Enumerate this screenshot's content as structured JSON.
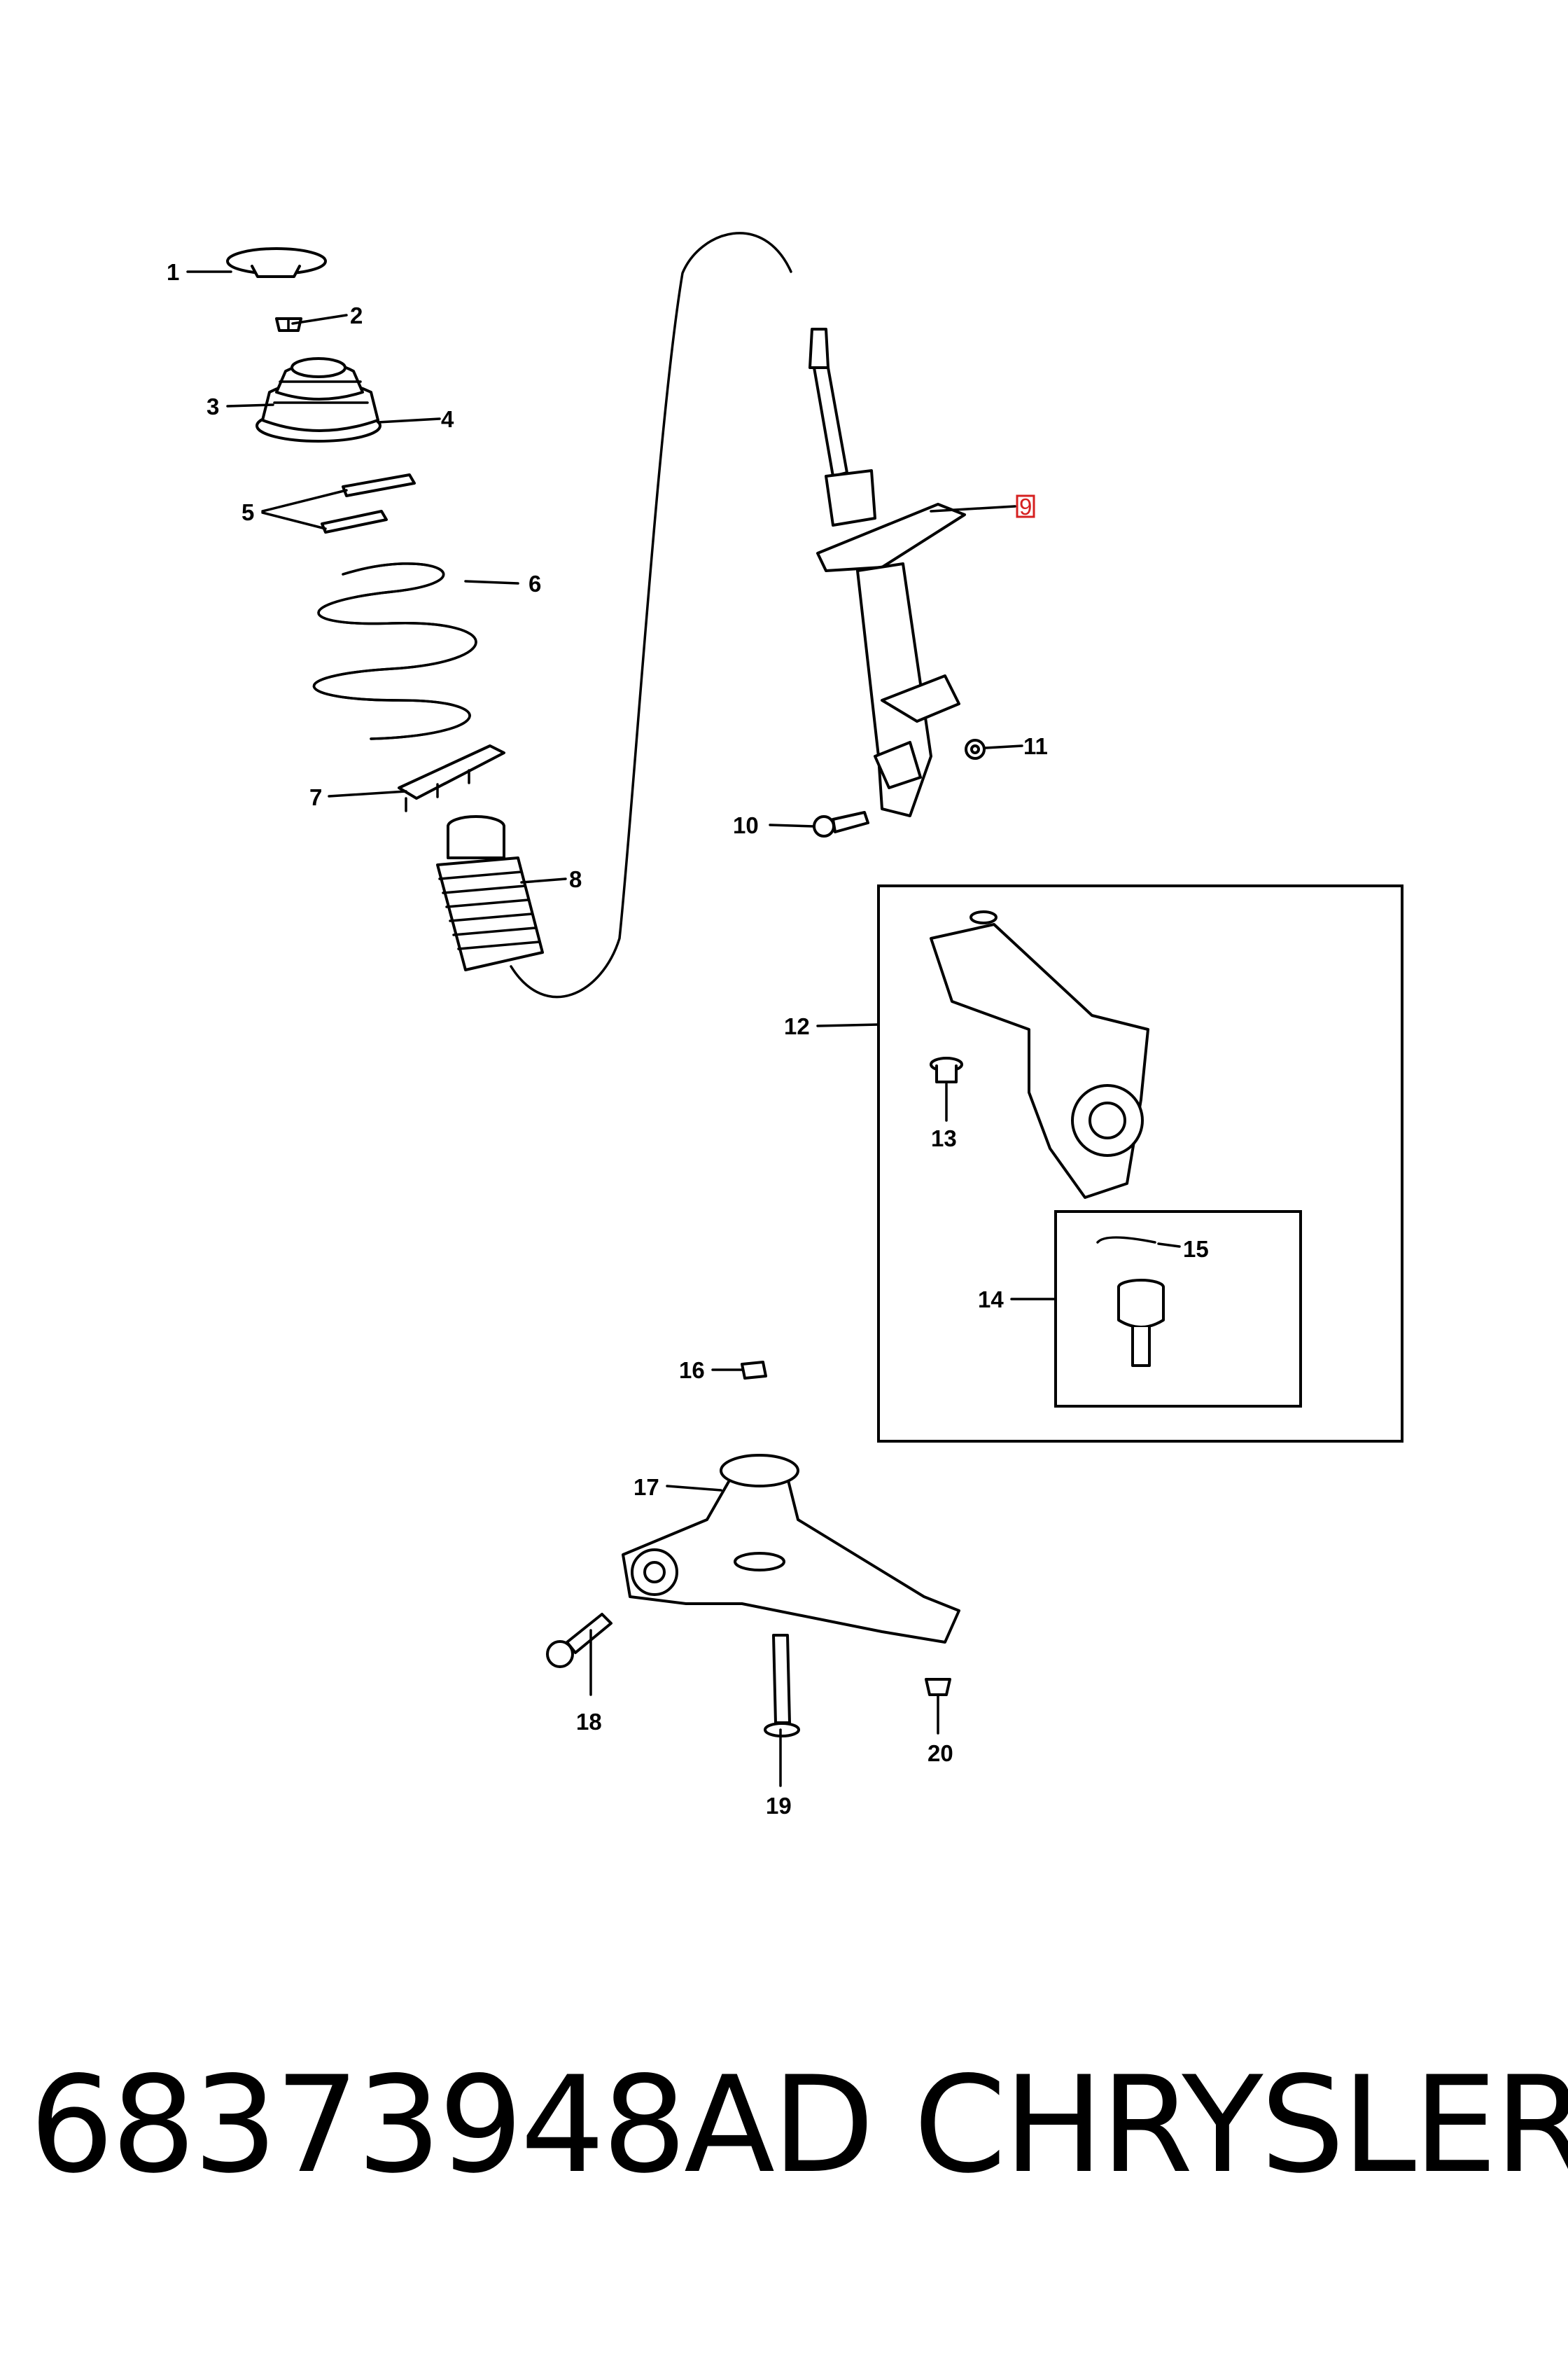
{
  "callouts": [
    {
      "id": 1,
      "text": "1"
    },
    {
      "id": 2,
      "text": "2"
    },
    {
      "id": 3,
      "text": "3"
    },
    {
      "id": 4,
      "text": "4"
    },
    {
      "id": 5,
      "text": "5"
    },
    {
      "id": 6,
      "text": "6"
    },
    {
      "id": 7,
      "text": "7"
    },
    {
      "id": 8,
      "text": "8"
    },
    {
      "id": 9,
      "text": "9",
      "highlight_color": "#d62020"
    },
    {
      "id": 10,
      "text": "10"
    },
    {
      "id": 11,
      "text": "11"
    },
    {
      "id": 12,
      "text": "12"
    },
    {
      "id": 13,
      "text": "13"
    },
    {
      "id": 14,
      "text": "14"
    },
    {
      "id": 15,
      "text": "15"
    },
    {
      "id": 16,
      "text": "16"
    },
    {
      "id": 17,
      "text": "17"
    },
    {
      "id": 18,
      "text": "18"
    },
    {
      "id": 19,
      "text": "19"
    },
    {
      "id": 20,
      "text": "20"
    }
  ],
  "footer": {
    "part_number": "68373948AD",
    "brand": "CHRYSLER"
  },
  "colors": {
    "line": "#000000",
    "background": "#ffffff",
    "highlight": "#d62020"
  }
}
